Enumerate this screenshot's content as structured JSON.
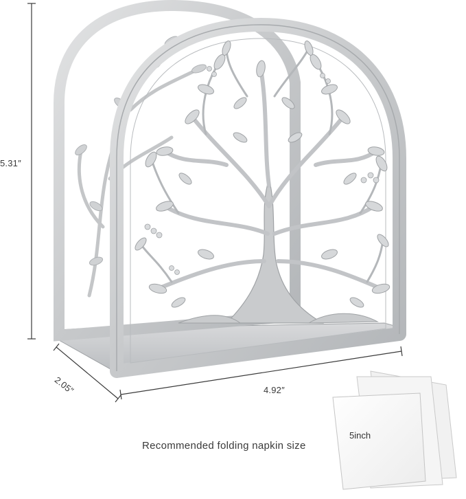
{
  "dimensions": {
    "height_label": "5.31″",
    "depth_label": "2.05″",
    "width_label": "4.92″"
  },
  "caption": "Recommended folding napkin size",
  "napkin": {
    "size_label": "5inch"
  },
  "colors": {
    "metal": "#c9cbcd",
    "metal_dark": "#a7aaad",
    "metal_light": "#e6e7e8",
    "napkin": "#f7f7f7",
    "dimension_line": "#3a3a3a"
  }
}
